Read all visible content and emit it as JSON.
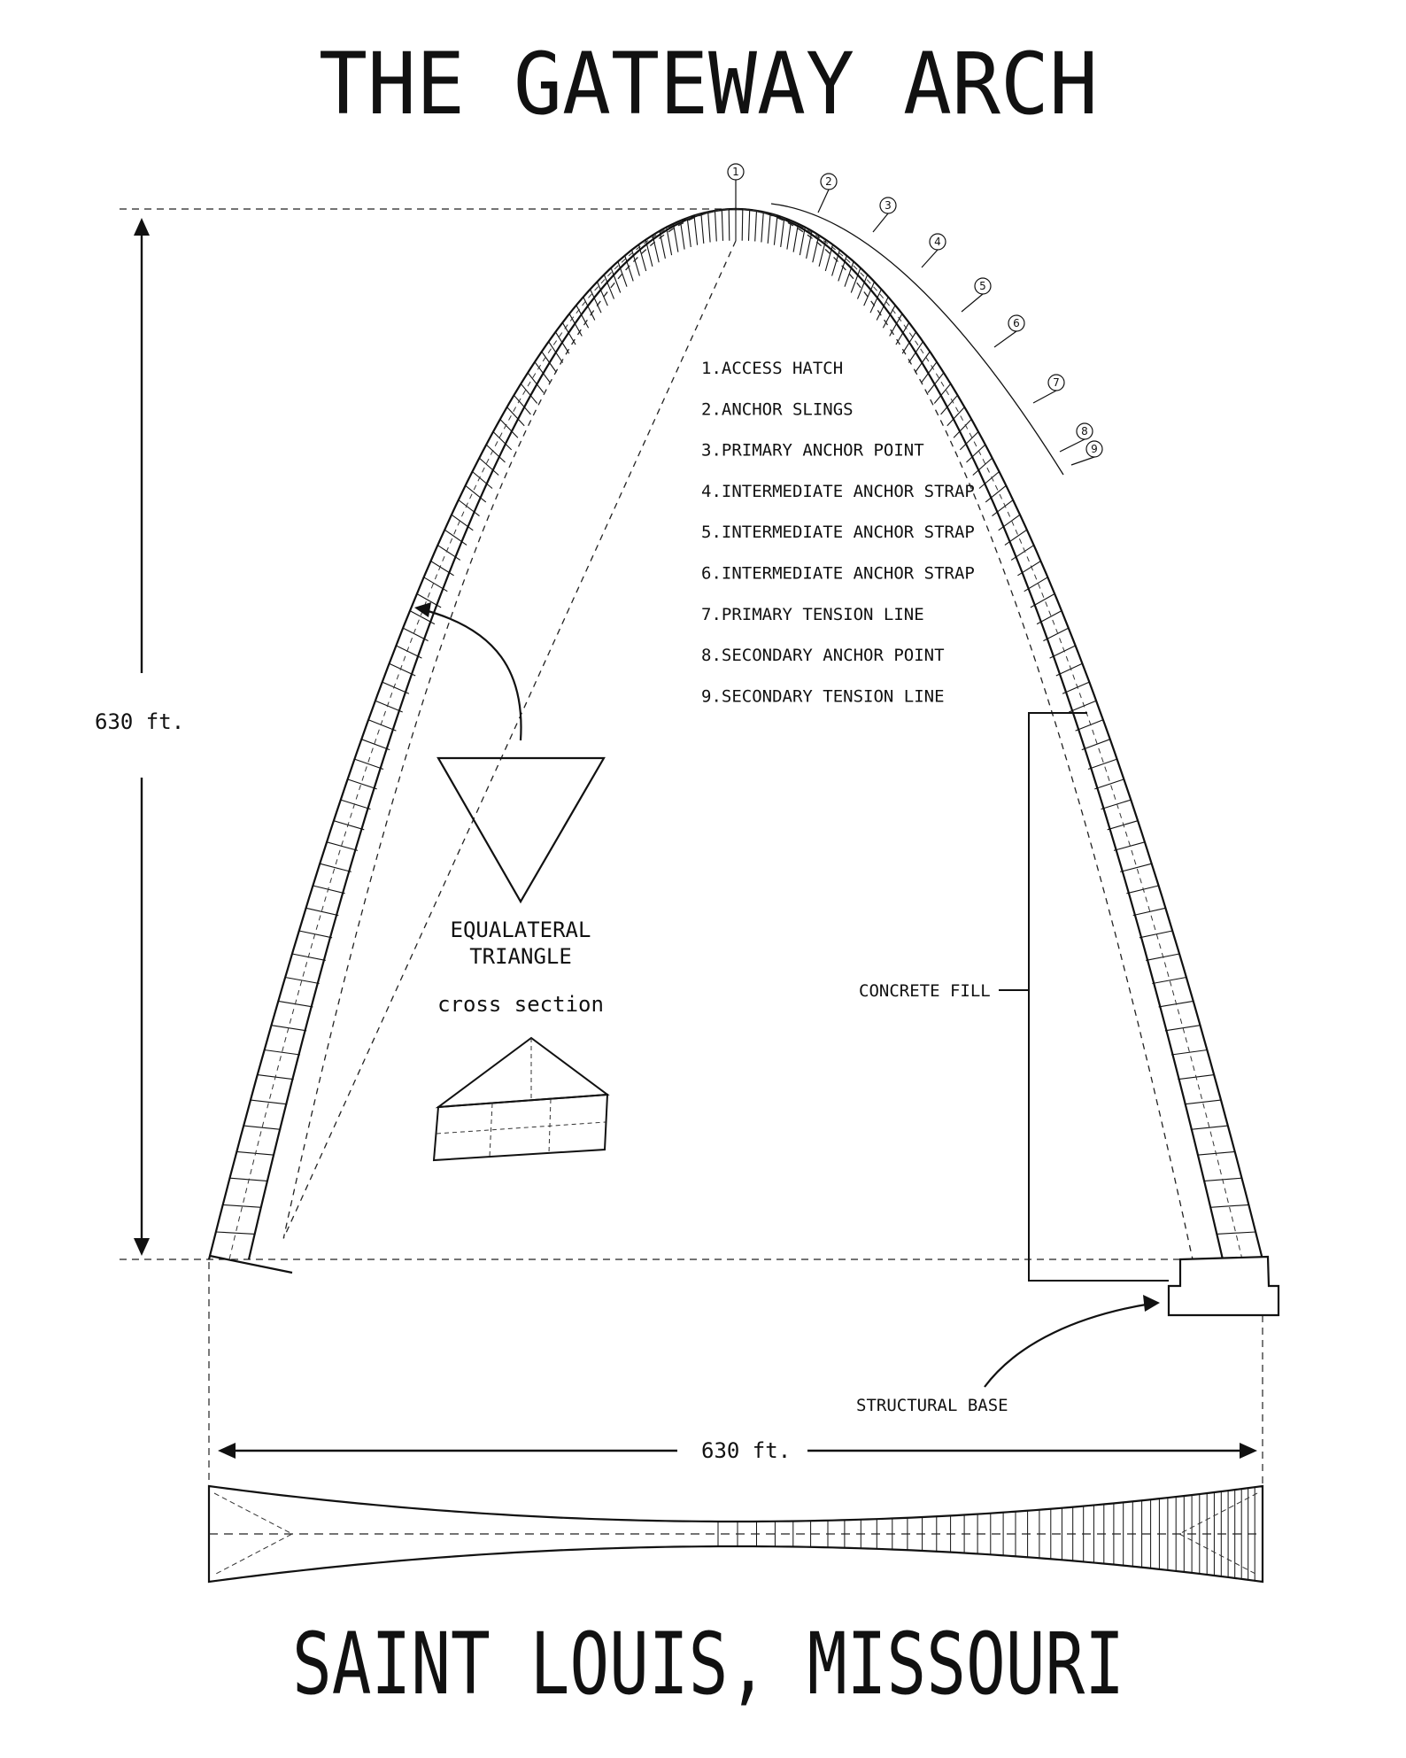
{
  "title": "THE GATEWAY ARCH",
  "subtitle": "SAINT LOUIS, MISSOURI",
  "dimensions": {
    "height": "630 ft.",
    "width": "630 ft."
  },
  "legend": [
    "1.ACCESS HATCH",
    "2.ANCHOR SLINGS",
    "3.PRIMARY ANCHOR POINT",
    "4.INTERMEDIATE ANCHOR STRAP",
    "5.INTERMEDIATE ANCHOR STRAP",
    "6.INTERMEDIATE ANCHOR STRAP",
    "7.PRIMARY TENSION LINE",
    "8.SECONDARY ANCHOR POINT",
    "9.SECONDARY TENSION LINE"
  ],
  "callout_numbers": [
    "1",
    "2",
    "3",
    "4",
    "5",
    "6",
    "7",
    "8",
    "9"
  ],
  "labels": {
    "triangle_line1": "EQUALATERAL",
    "triangle_line2": "TRIANGLE",
    "cross_section": "cross section",
    "concrete_fill": "CONCRETE FILL",
    "structural_base": "STRUCTURAL BASE"
  },
  "colors": {
    "ink": "#111111",
    "paper": "#ffffff"
  }
}
